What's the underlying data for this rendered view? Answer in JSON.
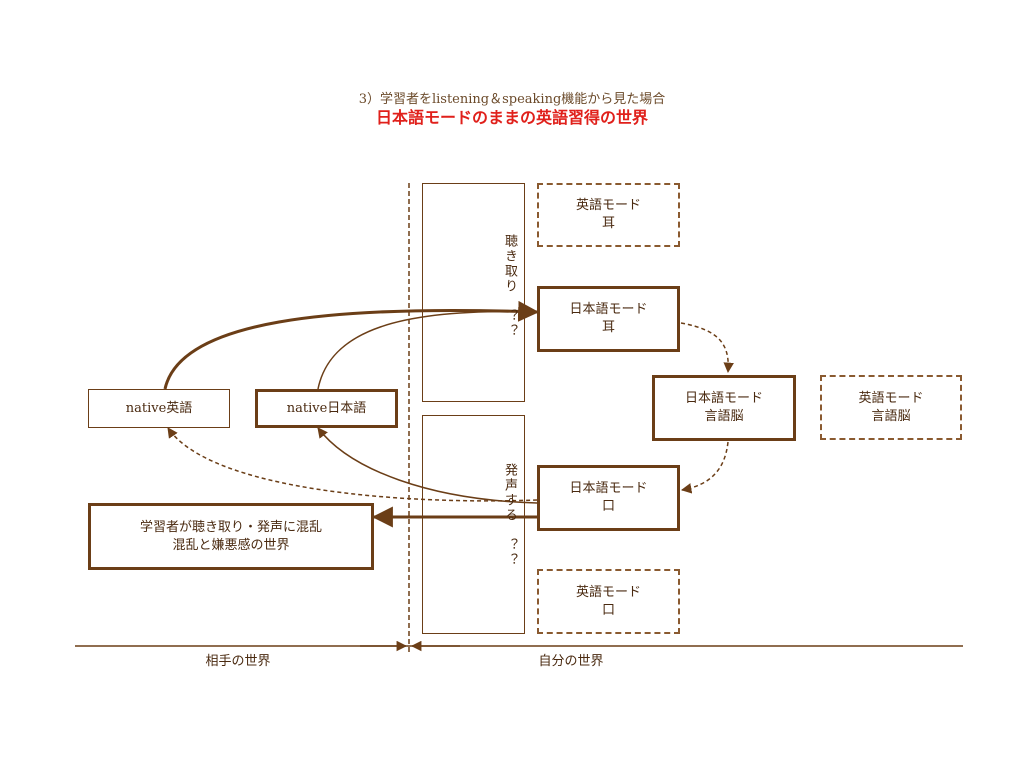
{
  "title": {
    "subtitle": "3）学習者をlistening＆speaking機能から見た場合",
    "main": "日本語モードのままの英語習得の世界"
  },
  "boxes": {
    "eng_ear": [
      "英語モード",
      "耳"
    ],
    "jp_ear": [
      "日本語モード",
      "耳"
    ],
    "jp_brain": [
      "日本語モード",
      "言語脳"
    ],
    "eng_brain": [
      "英語モード",
      "言語脳"
    ],
    "jp_mouth": [
      "日本語モード",
      "口"
    ],
    "eng_mouth": [
      "英語モード",
      "口"
    ],
    "native_eng": "native英語",
    "native_jp": "native日本語",
    "confusion": [
      "学習者が聴き取り・発声に混乱",
      "混乱と嫌悪感の世界"
    ]
  },
  "columns": {
    "listening": "聴き取り　？？",
    "speaking": "発声する　？？"
  },
  "footer": {
    "other_world": "相手の世界",
    "self_world": "自分の世界"
  },
  "colors": {
    "line": "#6b3e17",
    "title_accent": "#e0201b"
  }
}
